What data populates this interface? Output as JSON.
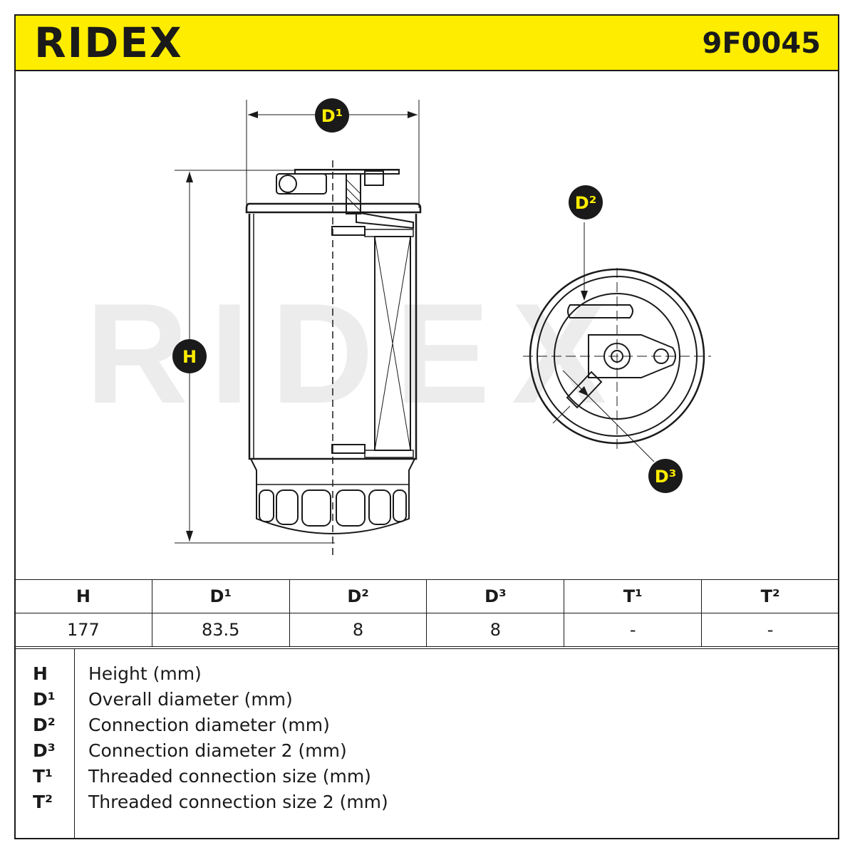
{
  "header": {
    "brand": "RIDEX",
    "part_number": "9F0045"
  },
  "watermark": "RIDEX",
  "drawing": {
    "labels": {
      "H": "H",
      "D1": "D¹",
      "D2": "D²",
      "D3": "D³"
    },
    "colors": {
      "badge_bg": "#1a1a1a",
      "badge_text": "#ffed00",
      "header_bg": "#ffed00",
      "watermark": "#ececec"
    }
  },
  "specs": {
    "headers": [
      "H",
      "D¹",
      "D²",
      "D³",
      "T¹",
      "T²"
    ],
    "values": [
      "177",
      "83.5",
      "8",
      "8",
      "-",
      "-"
    ]
  },
  "legend": [
    {
      "key": "H",
      "desc": "Height (mm)"
    },
    {
      "key": "D¹",
      "desc": "Overall diameter (mm)"
    },
    {
      "key": "D²",
      "desc": "Connection diameter (mm)"
    },
    {
      "key": "D³",
      "desc": "Connection diameter 2 (mm)"
    },
    {
      "key": "T¹",
      "desc": "Threaded connection size (mm)"
    },
    {
      "key": "T²",
      "desc": "Threaded connection size 2 (mm)"
    }
  ]
}
